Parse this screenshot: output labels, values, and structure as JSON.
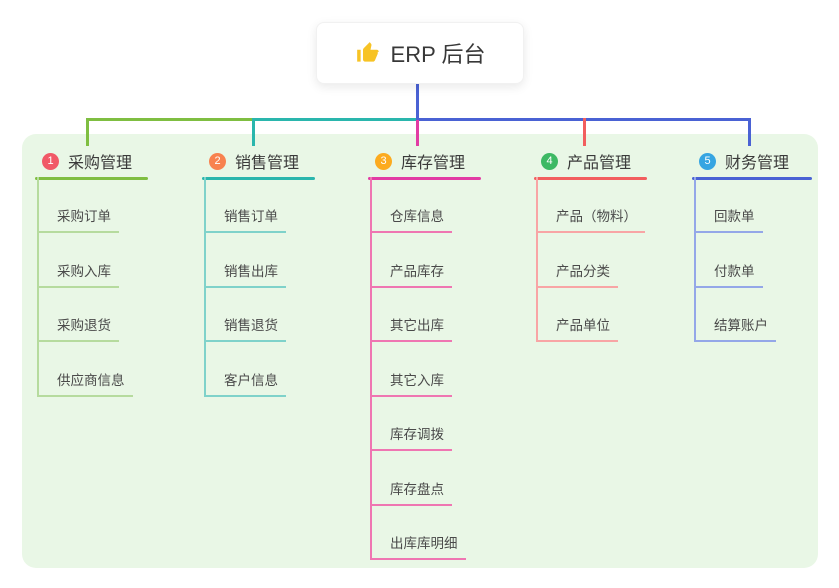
{
  "root": {
    "label": "ERP 后台",
    "icon": "thumbs-up"
  },
  "colors": {
    "panel_bg": "#e9f7e6",
    "blue": "#4a62d4",
    "green": "#7fbe41",
    "teal": "#2ab6ad",
    "magenta": "#e23ca4",
    "red": "#f25e5e",
    "badge1": "#f15967",
    "badge2": "#f8824f",
    "badge3": "#fcab1f",
    "badge4": "#3db964",
    "badge5": "#36a5e2"
  },
  "branches": [
    {
      "num": "1",
      "label": "采购管理",
      "items": [
        "采购订单",
        "采购入库",
        "采购退货",
        "供应商信息"
      ]
    },
    {
      "num": "2",
      "label": "销售管理",
      "items": [
        "销售订单",
        "销售出库",
        "销售退货",
        "客户信息"
      ]
    },
    {
      "num": "3",
      "label": "库存管理",
      "items": [
        "仓库信息",
        "产品库存",
        "其它出库",
        "其它入库",
        "库存调拨",
        "库存盘点",
        "出库库明细"
      ]
    },
    {
      "num": "4",
      "label": "产品管理",
      "items": [
        "产品（物料）",
        "产品分类",
        "产品单位"
      ]
    },
    {
      "num": "5",
      "label": "财务管理",
      "items": [
        "回款单",
        "付款单",
        "结算账户"
      ]
    }
  ]
}
